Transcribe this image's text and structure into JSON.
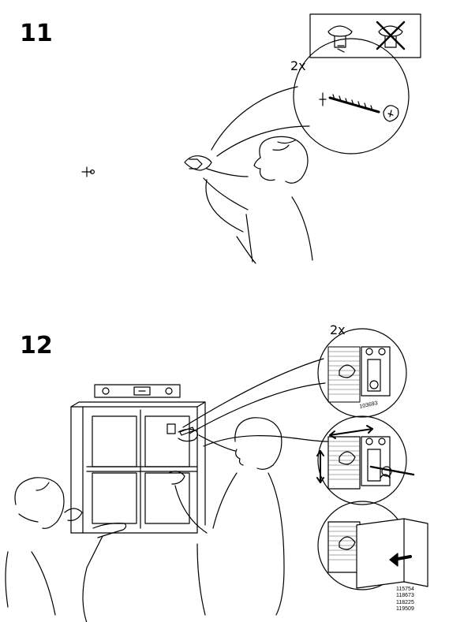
{
  "steps": [
    {
      "number": "11",
      "quantity": "2x"
    },
    {
      "number": "12",
      "quantity": "2x"
    }
  ],
  "part_code": "103693",
  "article_numbers": [
    "115754",
    "118673",
    "118225",
    "119509"
  ],
  "colors": {
    "ink": "#000000",
    "paper": "#ffffff",
    "shade": "#555555"
  }
}
